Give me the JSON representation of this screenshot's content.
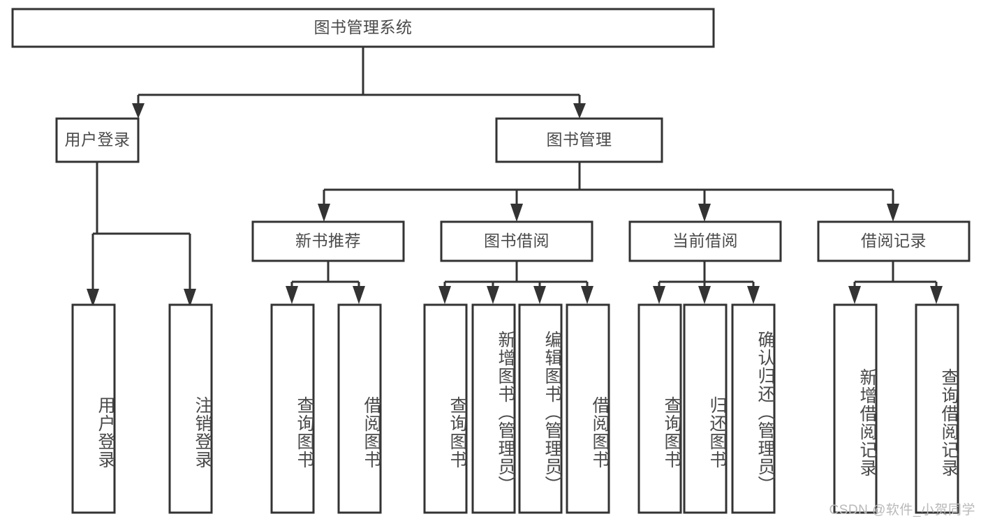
{
  "diagram": {
    "type": "tree",
    "title": "图书管理系统",
    "watermark": "CSDN @软件_小贺同学",
    "root": {
      "label": "图书管理系统"
    },
    "level1": [
      {
        "label": "用户登录"
      },
      {
        "label": "图书管理"
      }
    ],
    "level2": [
      {
        "label": "新书推荐"
      },
      {
        "label": "图书借阅"
      },
      {
        "label": "当前借阅"
      },
      {
        "label": "借阅记录"
      }
    ],
    "leaves": {
      "user_login": [
        {
          "label": "用户登录"
        },
        {
          "label": "注销登录"
        }
      ],
      "new_book_recommend": [
        {
          "label": "查询图书"
        },
        {
          "label": "借阅图书"
        }
      ],
      "book_borrow": [
        {
          "label": "查询图书"
        },
        {
          "label": "新增图书（管理员）"
        },
        {
          "label": "编辑图书（管理员）"
        },
        {
          "label": "借阅图书"
        }
      ],
      "current_borrow": [
        {
          "label": "查询图书"
        },
        {
          "label": "归还图书"
        },
        {
          "label": "确认归还（管理员）"
        }
      ],
      "borrow_record": [
        {
          "label": "新增借阅记录"
        },
        {
          "label": "查询借阅记录"
        }
      ]
    },
    "colors": {
      "stroke": "#333333",
      "fill": "#ffffff",
      "text": "#4a4a4a",
      "watermark": "#b9b9b9"
    }
  }
}
